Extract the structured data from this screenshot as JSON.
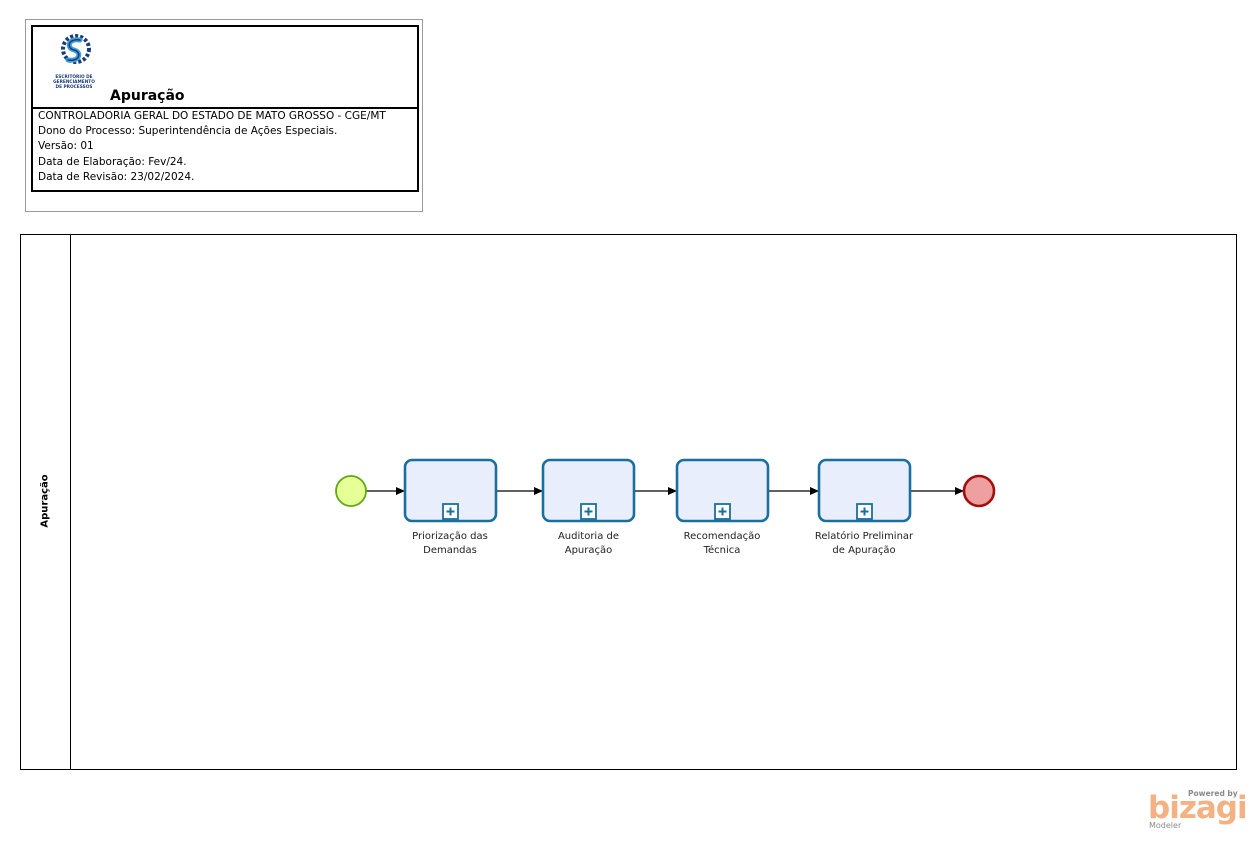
{
  "header": {
    "title": "Apuração",
    "logo_caption": "ESCRITÓRIO DE GERENCIAMENTO DE PROCESSOS",
    "lines": [
      "CONTROLADORIA GERAL DO ESTADO DE MATO GROSSO - CGE/MT",
      "Dono do Processo: Superintendência de Ações Especiais.",
      "Versão: 01",
      "Data de Elaboração: Fev/24.",
      "Data de Revisão: 23/02/2024."
    ]
  },
  "lane": {
    "label": "Apuração"
  },
  "tasks": [
    {
      "label": "Priorização das Demandas"
    },
    {
      "label": "Auditoria de Apuração"
    },
    {
      "label": "Recomendação Técnica"
    },
    {
      "label": "Relatório Preliminar de Apuração"
    }
  ],
  "watermark": {
    "powered_by": "Powered by",
    "brand": "bizagi",
    "product": "Modeler"
  },
  "colors": {
    "task_fill": "#e8eefc",
    "task_stroke": "#1b6f9e",
    "start_fill": "#e6ff97",
    "start_stroke": "#62a716",
    "end_fill": "#eea0a0",
    "end_stroke": "#a30f0f",
    "logo_blue": "#1a3a7a",
    "logo_light": "#3fa0d8"
  },
  "icons": {
    "start": "start-event-circle",
    "end": "end-event-circle",
    "subprocess": "plus-square-icon"
  }
}
